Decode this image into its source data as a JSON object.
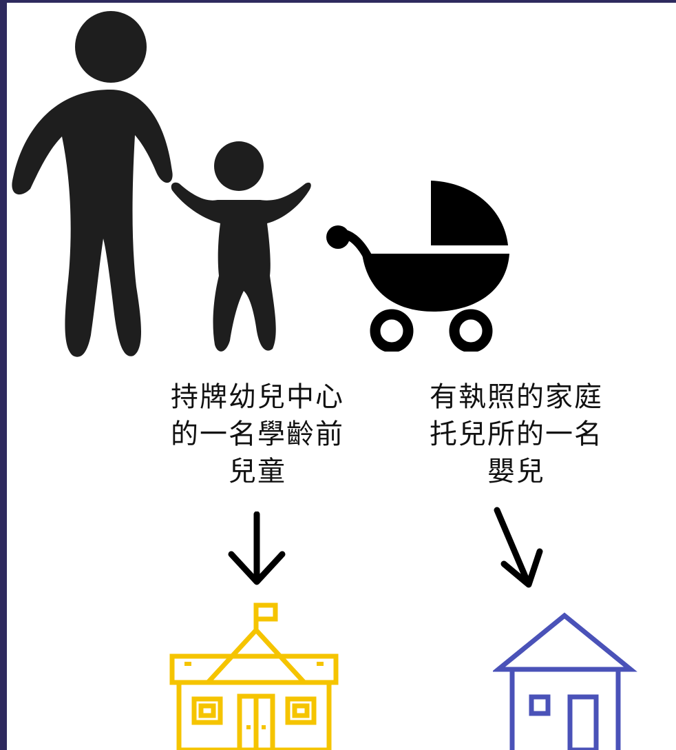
{
  "captions": {
    "preschool": {
      "lines": [
        "持牌幼兒中心",
        "的一名學齡前",
        "兒童"
      ]
    },
    "infant": {
      "lines": [
        "有執照的家庭",
        "托兒所的一名",
        "嬰兒"
      ]
    }
  },
  "icons": {
    "parent": "adult-figure-icon",
    "child": "child-figure-icon",
    "stroller": "baby-stroller-icon",
    "arrow_left": "arrow-down-icon",
    "arrow_right": "arrow-down-right-icon",
    "school": "school-building-icon",
    "house": "house-icon"
  },
  "colors": {
    "figures": "#1e1e1e",
    "school": "#f5c400",
    "house": "#4a52b8",
    "frame": "#2e2a5e"
  }
}
